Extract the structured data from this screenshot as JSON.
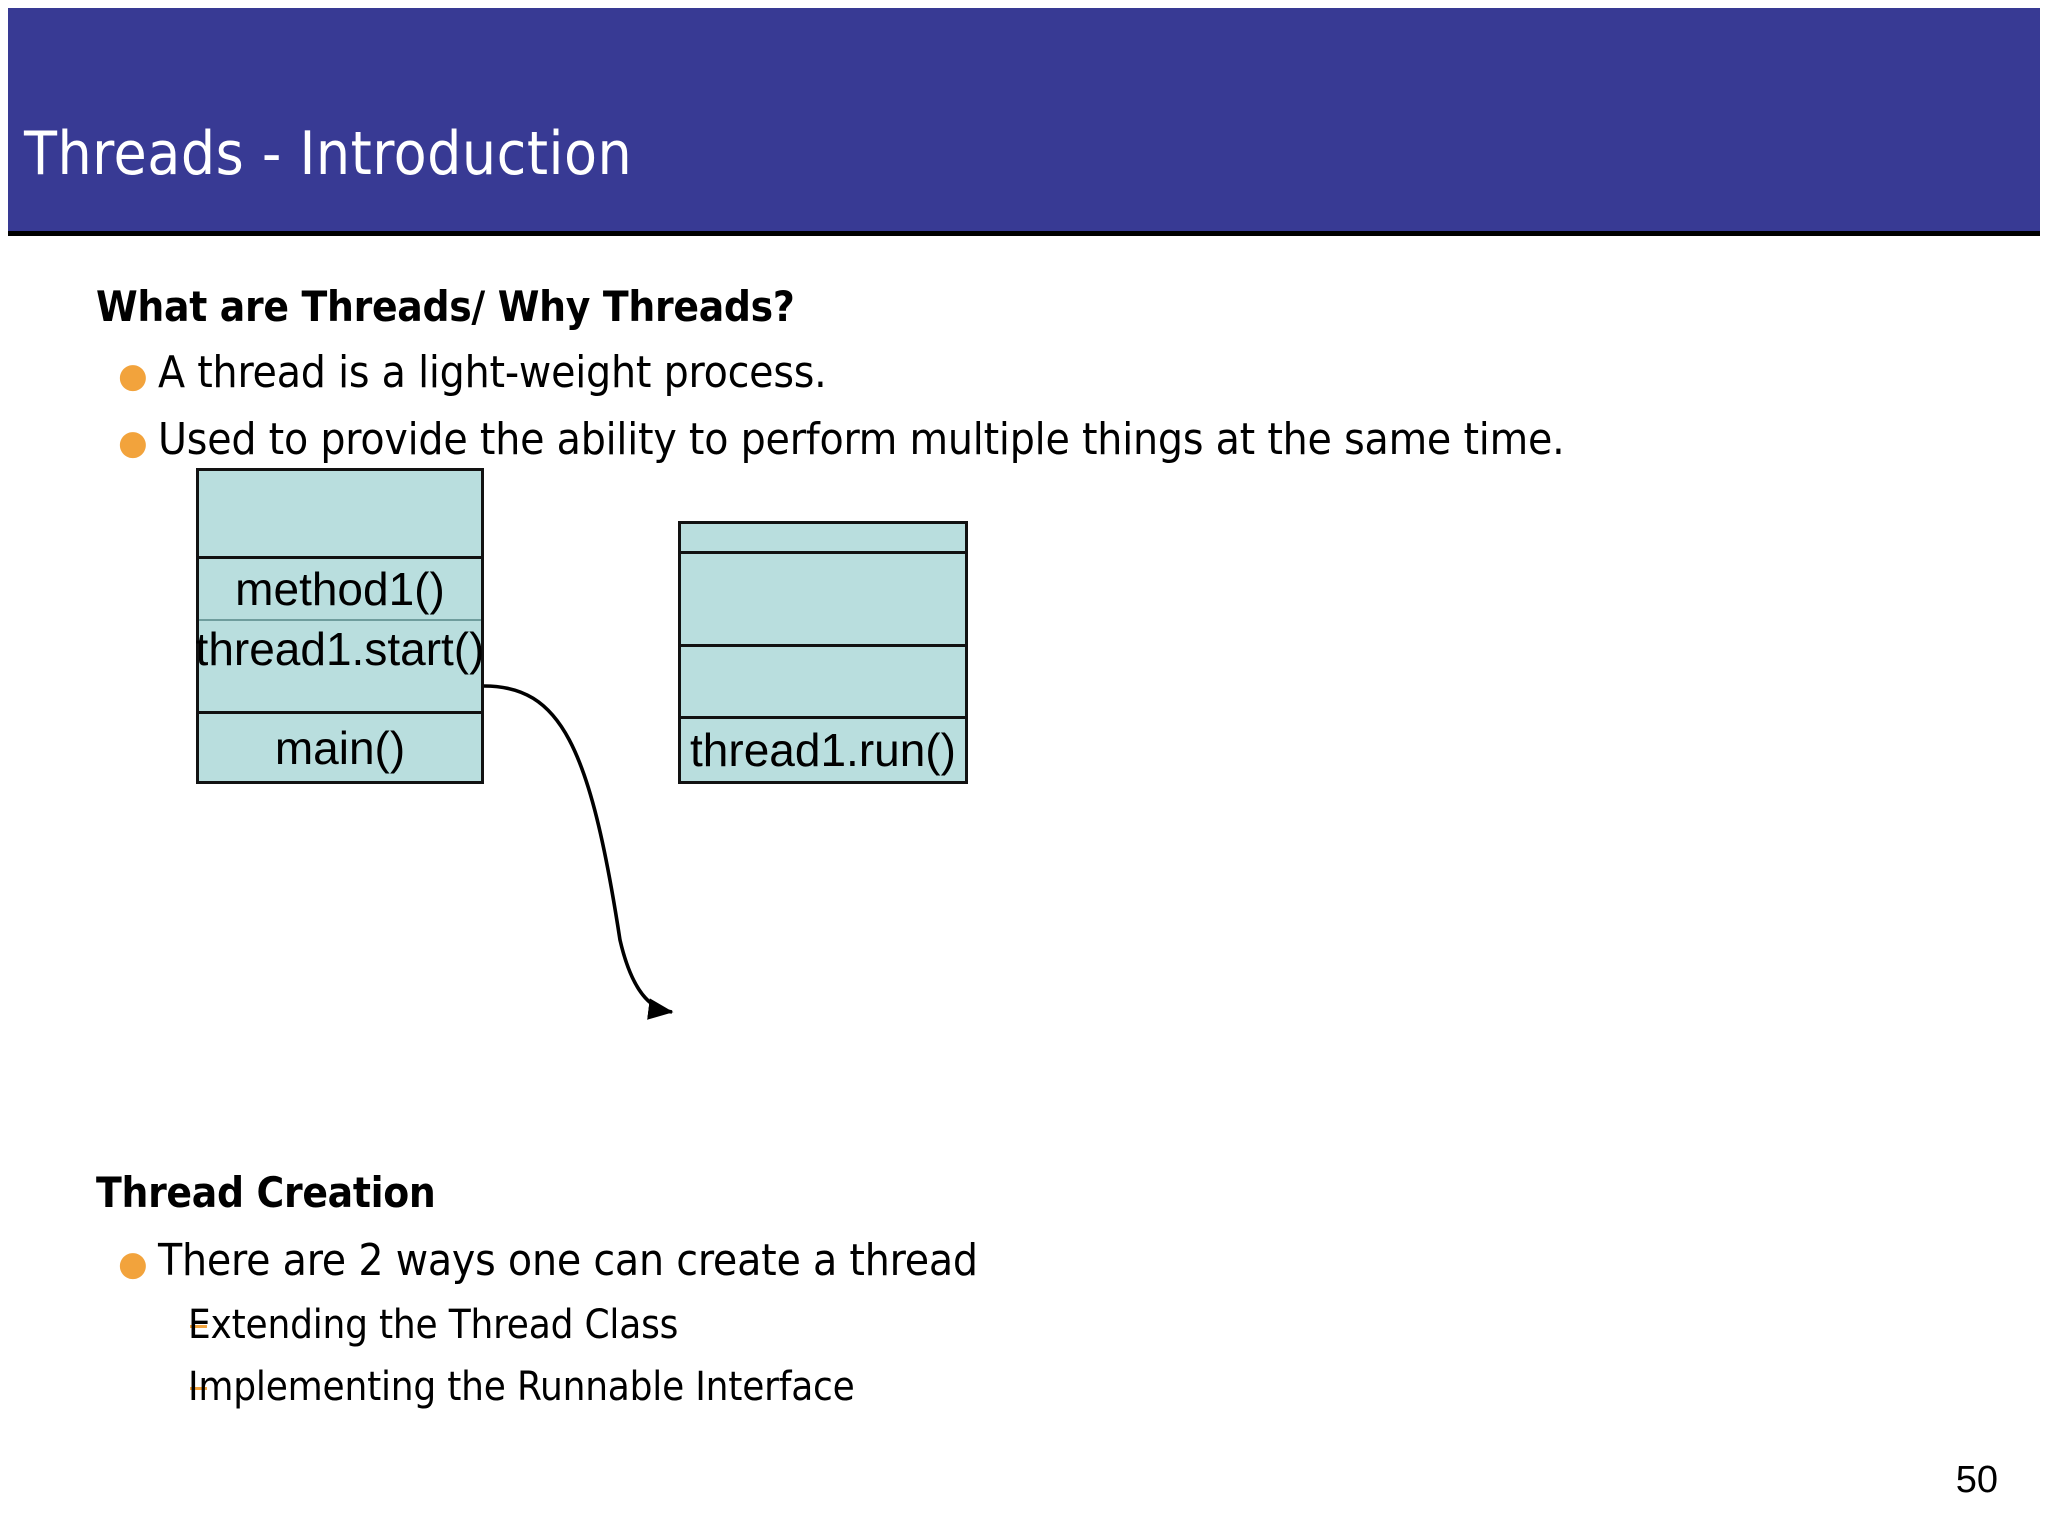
{
  "slide": {
    "title": "Threads - Introduction",
    "page_number": "50",
    "title_bar_color": "#383a94",
    "bullet_color": "#f2a33c",
    "box_fill_color": "#b9dede",
    "box_border_color": "#121212"
  },
  "intro": {
    "heading": "What are Threads/ Why Threads?",
    "bullet_glyph": "●",
    "bullets": [
      "A thread is a light-weight process.",
      "Used to provide the ability to perform multiple things at the same time."
    ]
  },
  "diagram": {
    "main_stack": {
      "frames": [
        {
          "label": "",
          "height": 88
        },
        {
          "label": "method1()",
          "height": 62
        },
        {
          "label": "thread1.start()",
          "height": 56
        },
        {
          "label": "",
          "height": 42
        },
        {
          "label": "main()",
          "height": 68
        }
      ]
    },
    "thread_stack": {
      "frames": [
        {
          "label": "",
          "height": 30
        },
        {
          "label": "",
          "height": 93
        },
        {
          "label": "",
          "height": 72
        },
        {
          "label": "thread1.run()",
          "height": 68
        }
      ]
    },
    "arrow": {
      "from": "thread1.start()",
      "to": "thread1.run()",
      "style": "curved-arrow"
    }
  },
  "creation": {
    "heading": "Thread Creation",
    "bullet_glyph": "●",
    "dash_glyph": "–",
    "bullets": [
      "There are 2 ways one can create a thread"
    ],
    "sub_bullets": [
      "Extending the Thread Class",
      "Implementing the Runnable Interface"
    ]
  }
}
